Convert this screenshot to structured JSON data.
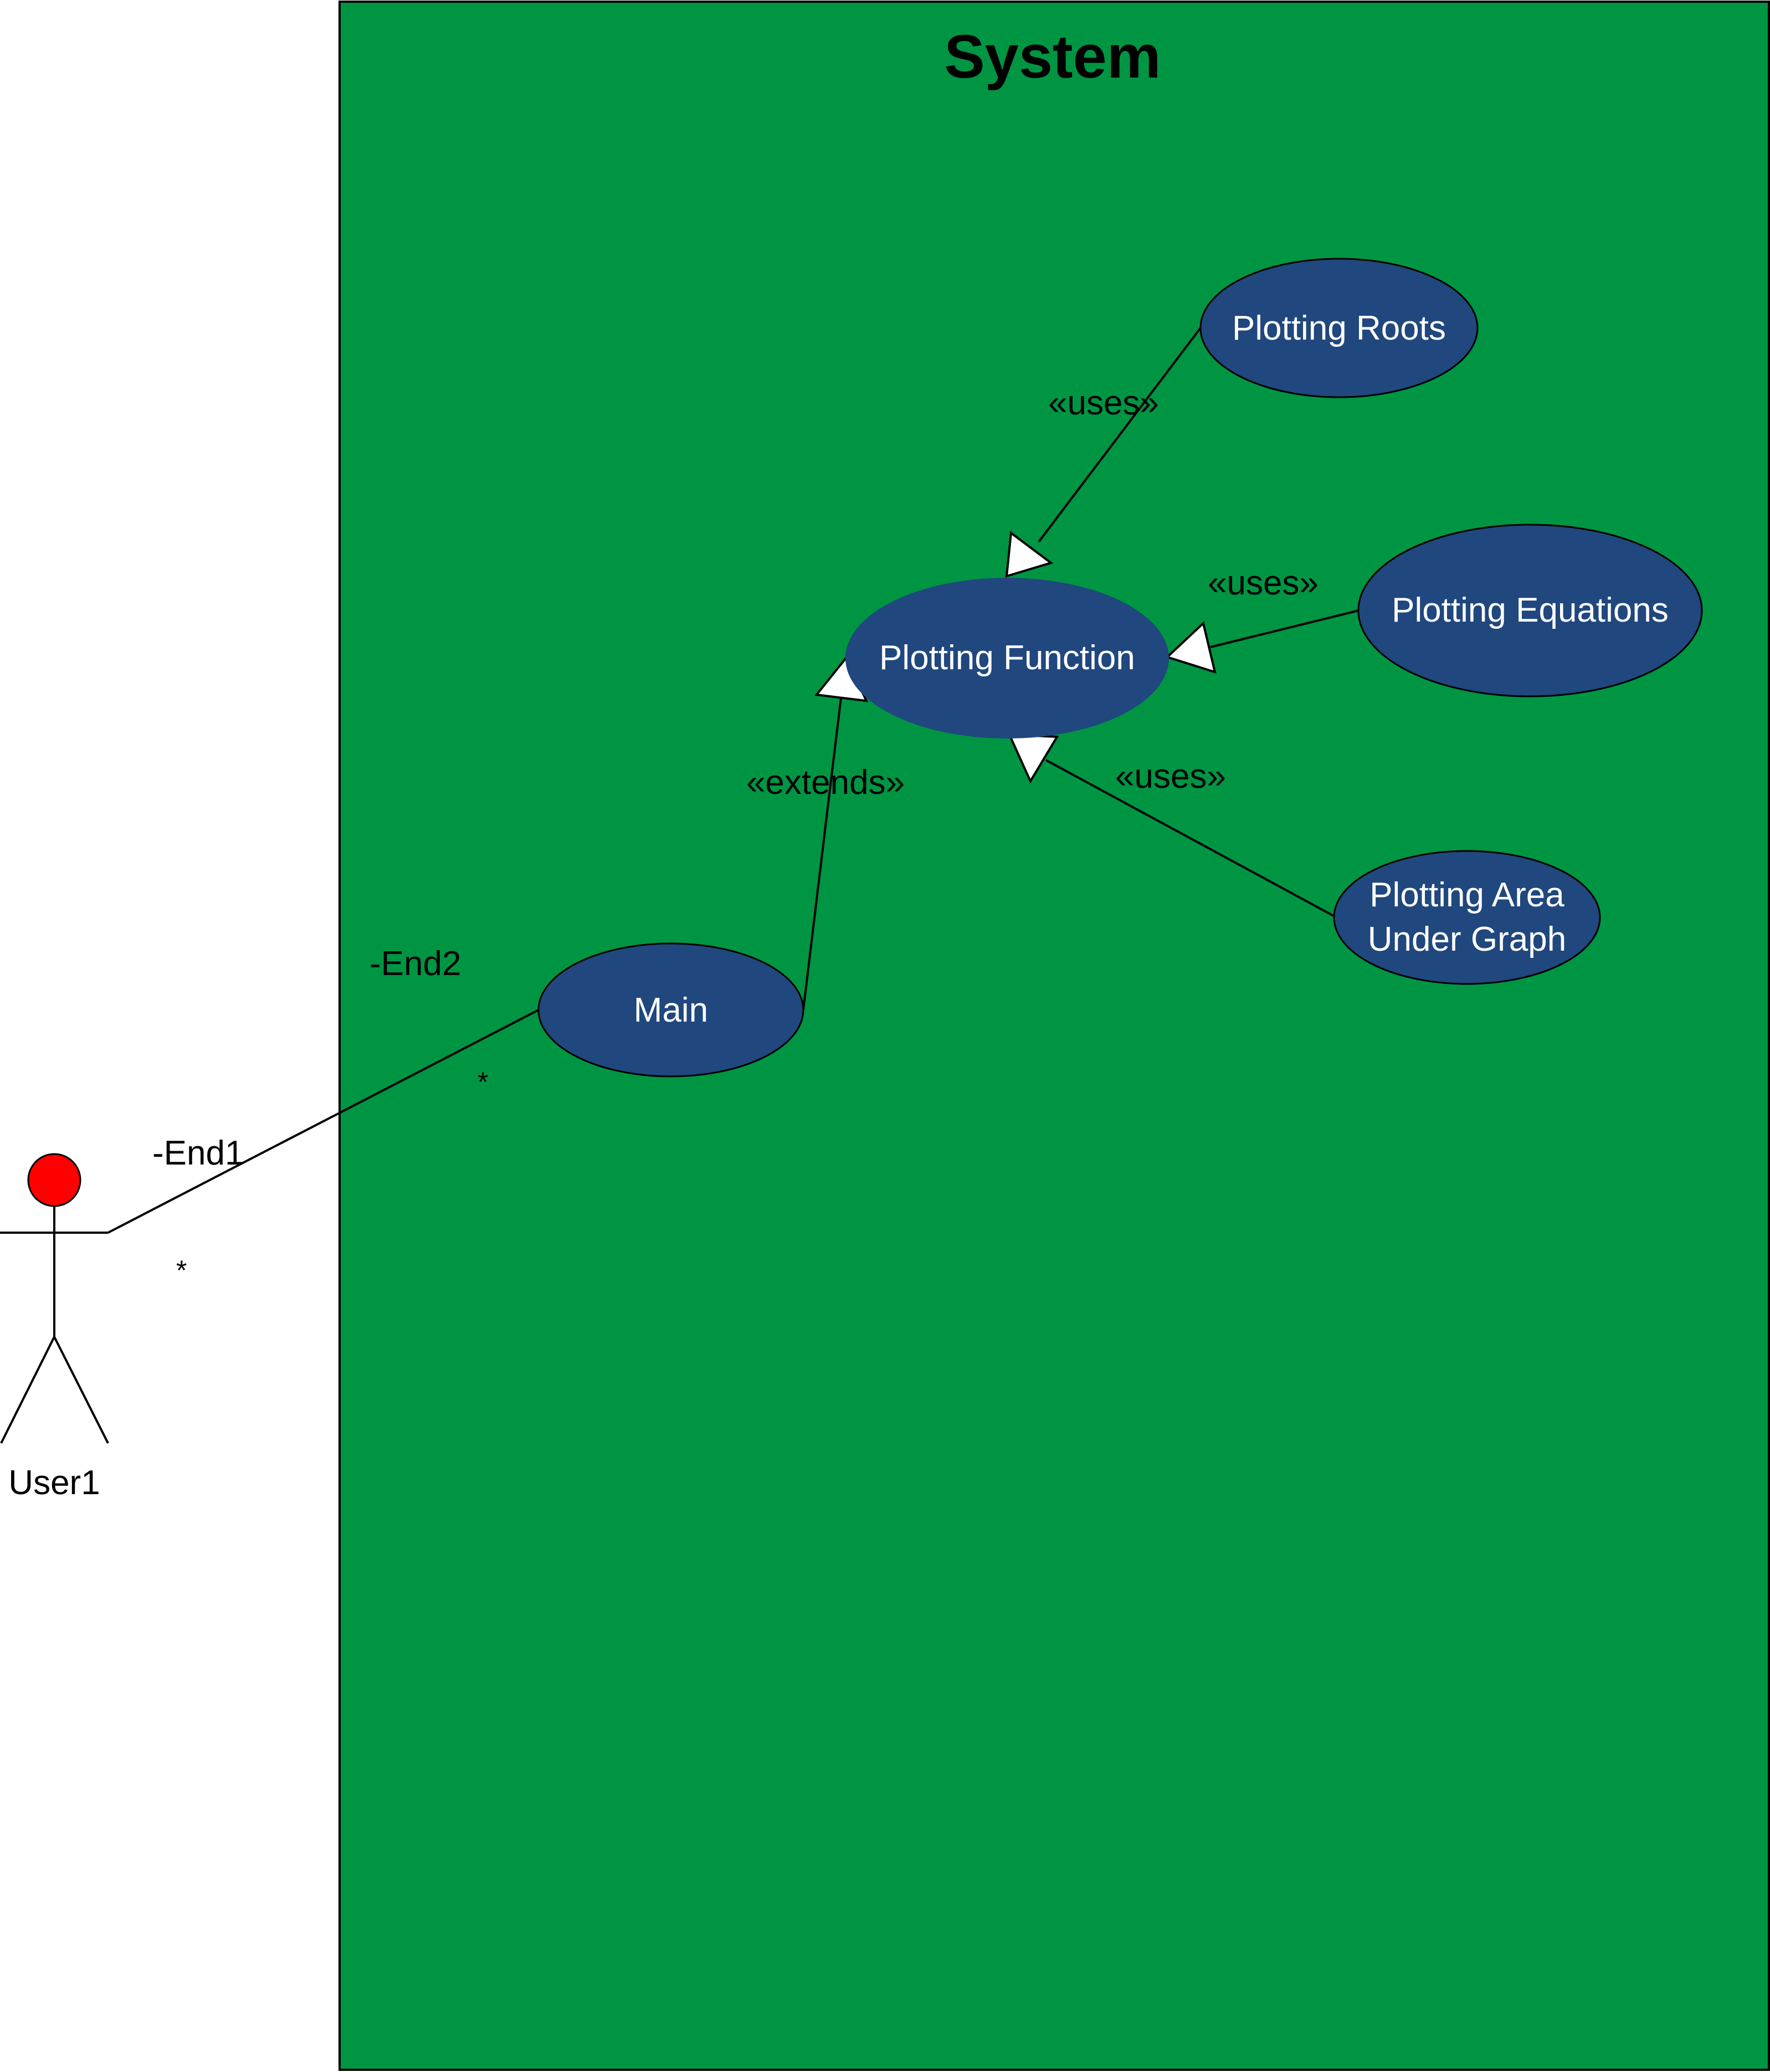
{
  "system": {
    "title": "System",
    "fill_color": "#009543"
  },
  "actor": {
    "name": "User1",
    "head_color": "#ff0000"
  },
  "association": {
    "actor_end_role": "-End1",
    "actor_end_multiplicity": "*",
    "usecase_end_role": "-End2",
    "usecase_end_multiplicity": "*"
  },
  "use_cases": {
    "fill_color": "#20477e",
    "main": "Main",
    "plotting_function": "Plotting Function",
    "plotting_roots": "Plotting Roots",
    "plotting_equations": "Plotting Equations",
    "plotting_area": [
      "Plotting Area",
      "Under Graph"
    ]
  },
  "relationships": {
    "extends_label": "«extends»",
    "roots_uses_label": "«uses»",
    "equations_uses_label": "«uses»",
    "area_uses_label": "«uses»"
  }
}
